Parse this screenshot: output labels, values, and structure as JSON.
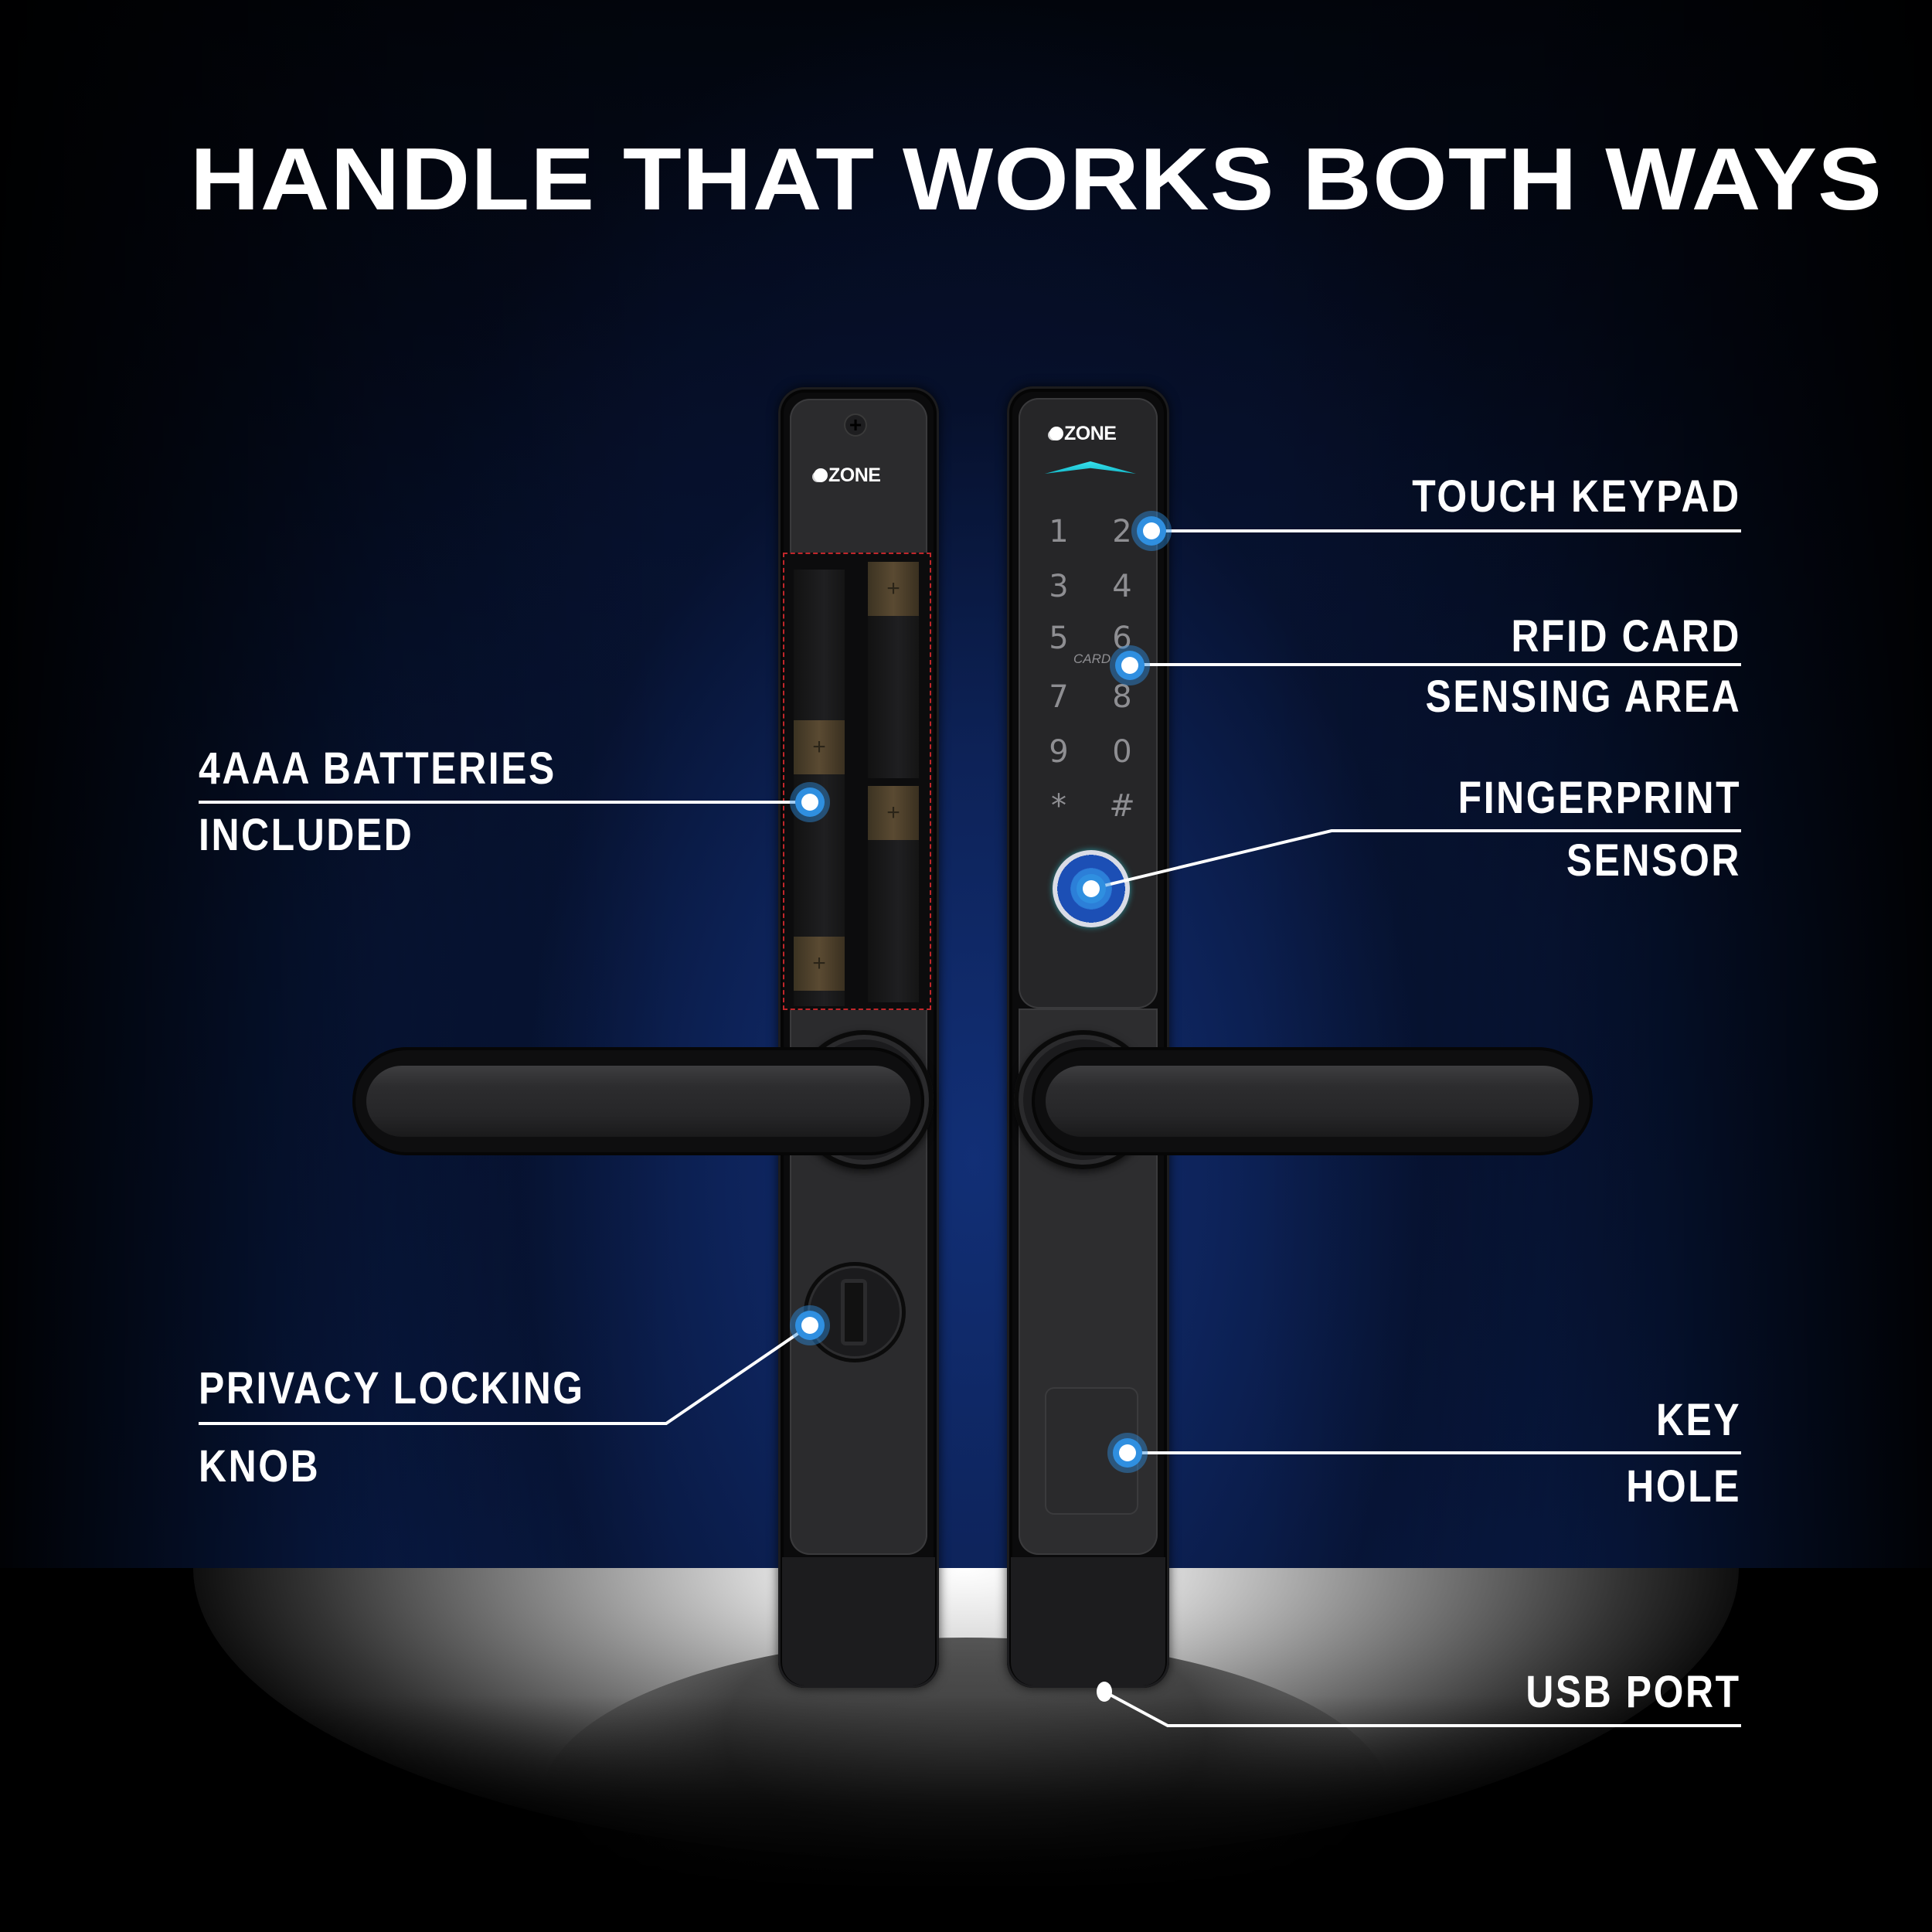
{
  "title": "HANDLE THAT WORKS BOTH WAYS",
  "brand": {
    "logo_text": "ZONE",
    "logo_prefix_icon": "ozone-o-swirl-icon",
    "accent_cyan": "#2ed9e6",
    "callout_blue": "#2f8fe0",
    "battery_outline": "#c0262a"
  },
  "keypad": {
    "keys": [
      "1",
      "2",
      "3",
      "4",
      "5",
      "6",
      "7",
      "8",
      "9",
      "0",
      "*",
      "#"
    ],
    "card_mark": "CARD"
  },
  "callouts": {
    "left": [
      {
        "id": "batteries",
        "lines": [
          "4AAA BATTERIES",
          "INCLUDED"
        ]
      },
      {
        "id": "privacy-knob",
        "lines": [
          "PRIVACY LOCKING",
          "KNOB"
        ]
      }
    ],
    "right": [
      {
        "id": "touch-keypad",
        "lines": [
          "TOUCH KEYPAD"
        ]
      },
      {
        "id": "rfid",
        "lines": [
          "RFID CARD",
          "SENSING AREA"
        ]
      },
      {
        "id": "fingerprint",
        "lines": [
          "FINGERPRINT",
          "SENSOR"
        ]
      },
      {
        "id": "key-hole",
        "lines": [
          "KEY",
          "HOLE"
        ]
      },
      {
        "id": "usb-port",
        "lines": [
          "USB PORT"
        ]
      }
    ]
  }
}
